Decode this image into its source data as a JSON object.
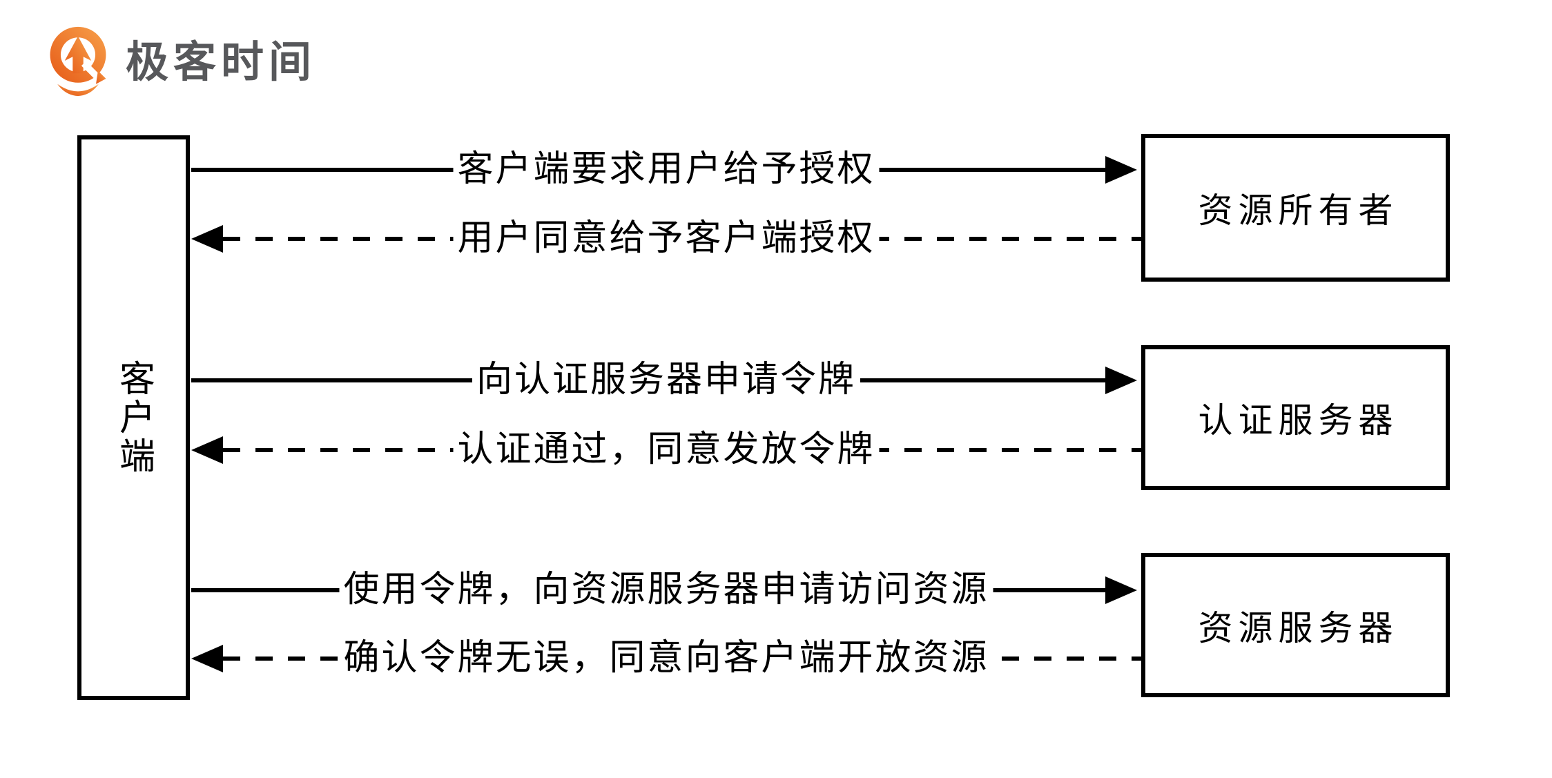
{
  "brand": {
    "name": "极客时间",
    "icon": "geektime-pin-logo",
    "text_color": "#57585b",
    "orange_light": "#f7a04a",
    "orange_dark": "#e65a17"
  },
  "colors": {
    "background": "#ffffff",
    "stroke": "#000000"
  },
  "diagram": {
    "client": {
      "label": "客户端"
    },
    "entities": [
      {
        "label": "资源所有者"
      },
      {
        "label": "认证服务器"
      },
      {
        "label": "资源服务器"
      }
    ],
    "flows": [
      {
        "label": "客户端要求用户给予授权",
        "from": "客户端",
        "to": "资源所有者",
        "direction": "right",
        "style": "solid"
      },
      {
        "label": "用户同意给予客户端授权",
        "from": "资源所有者",
        "to": "客户端",
        "direction": "left",
        "style": "dashed"
      },
      {
        "label": "向认证服务器申请令牌",
        "from": "客户端",
        "to": "认证服务器",
        "direction": "right",
        "style": "solid"
      },
      {
        "label": "认证通过，同意发放令牌",
        "from": "认证服务器",
        "to": "客户端",
        "direction": "left",
        "style": "dashed"
      },
      {
        "label": "使用令牌，向资源服务器申请访问资源",
        "from": "客户端",
        "to": "资源服务器",
        "direction": "right",
        "style": "solid"
      },
      {
        "label": "确认令牌无误，同意向客户端开放资源",
        "from": "资源服务器",
        "to": "客户端",
        "direction": "left",
        "style": "dashed"
      }
    ]
  }
}
